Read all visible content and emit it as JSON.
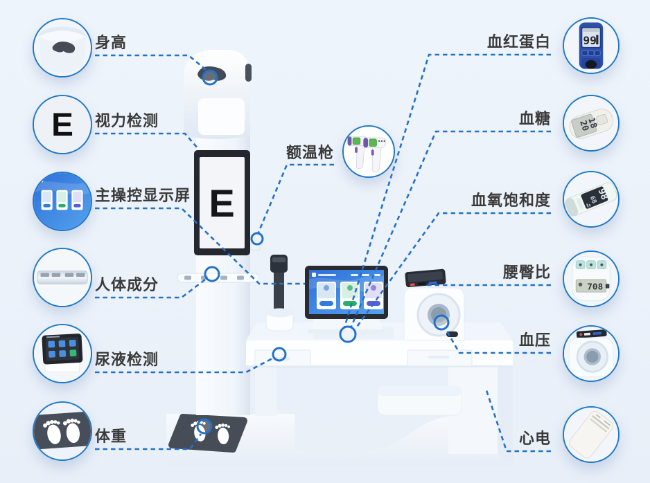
{
  "colors": {
    "background": "#edf3fa",
    "accent_blue": "#2471c9",
    "ring_blue": "#1e78c8",
    "label_text": "#3a3a3a",
    "machine_white": "#f6fafd",
    "mat_dark": "#474d57"
  },
  "left_callouts": [
    {
      "label": "身高",
      "icon": "height-sensor-icon"
    },
    {
      "label": "视力检测",
      "icon": "vision-chart-icon"
    },
    {
      "label": "主操控显示屏",
      "icon": "main-display-icon"
    },
    {
      "label": "人体成分",
      "icon": "body-composition-icon"
    },
    {
      "label": "尿液检测",
      "icon": "urine-analyzer-icon"
    },
    {
      "label": "体重",
      "icon": "weight-footprints-icon"
    }
  ],
  "right_callouts": [
    {
      "label": "血红蛋白",
      "icon": "hemoglobin-meter-icon"
    },
    {
      "label": "血糖",
      "icon": "glucose-meter-icon"
    },
    {
      "label": "血氧饱和度",
      "icon": "pulse-oximeter-icon"
    },
    {
      "label": "腰臀比",
      "icon": "waist-hip-meter-icon"
    },
    {
      "label": "血压",
      "icon": "bp-cuff-icon"
    },
    {
      "label": "心电",
      "icon": "ecg-card-icon"
    }
  ],
  "center_callout": {
    "label": "额温枪",
    "icon": "forehead-thermometer-icon"
  },
  "machine": {
    "vision_chart_letter": "E"
  },
  "device_readings": {
    "hemoglobin": "99",
    "glucose_left": "20",
    "glucose_right": "18",
    "spo2": "98",
    "pulse": "68",
    "waist_hip": "708"
  }
}
